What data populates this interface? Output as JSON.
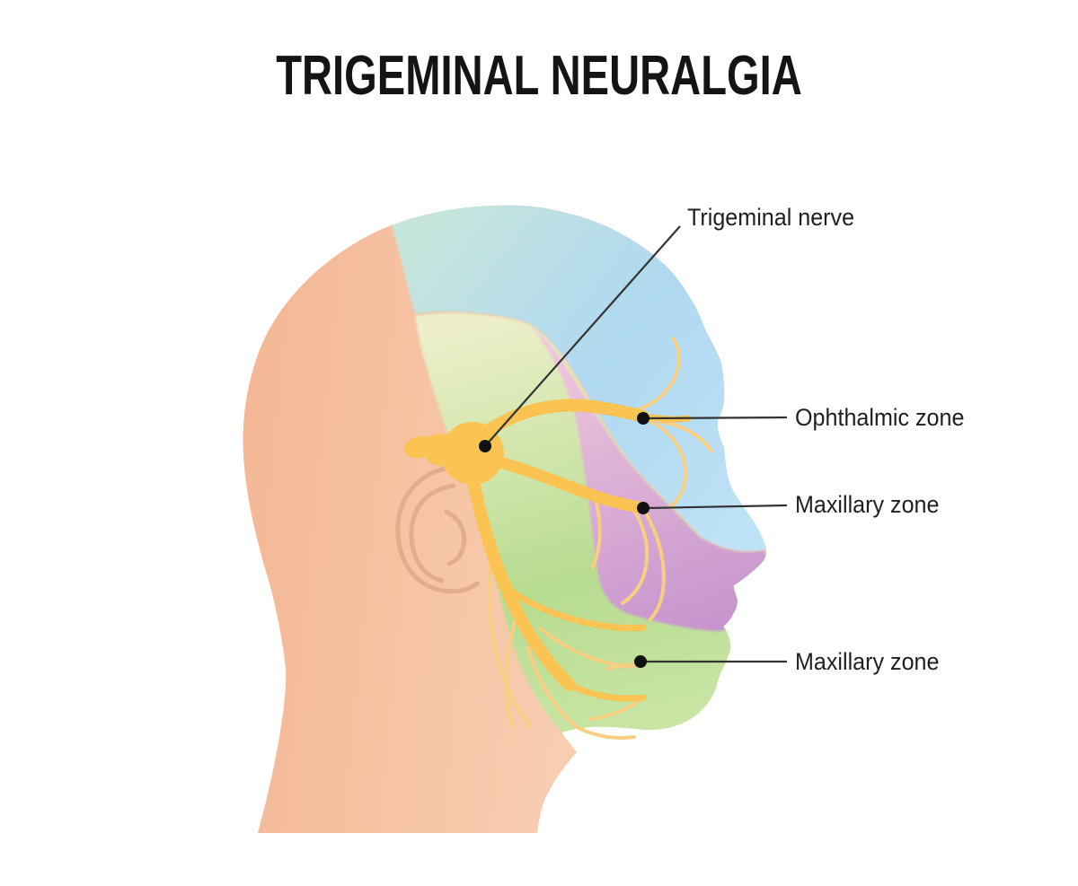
{
  "title": "TRIGEMINAL NEURALGIA",
  "callouts": [
    {
      "id": "trigeminal-nerve",
      "text": "Trigeminal nerve"
    },
    {
      "id": "ophthalmic-zone",
      "text": "Ophthalmic zone"
    },
    {
      "id": "maxillary-zone",
      "text": "Maxillary zone"
    },
    {
      "id": "mandibular-zone-label",
      "text": "Maxillary zone"
    }
  ],
  "zones": [
    {
      "name": "ophthalmic",
      "label": "Ophthalmic zone",
      "color_top": "#C9E7D9",
      "color_main": "#AFD8F1"
    },
    {
      "name": "maxillary",
      "label": "Maxillary zone",
      "color_top": "#F2CADD",
      "color_main": "#C794CE"
    },
    {
      "name": "mandibular",
      "label": "Maxillary zone",
      "color_top": "#ECEFC9",
      "color_main": "#B7DC90"
    }
  ],
  "colors": {
    "background": "#FFFFFF",
    "title": "#141414",
    "text": "#1F1F1F",
    "callout_line": "#333333",
    "dot": "#111111",
    "skin_left": "#F4B896",
    "skin_right": "#FAD9C0",
    "ear_line": "#E3AC8F",
    "ophthalmic_mint": "#C9E7D9",
    "ophthalmic_blue": "#AFD8F1",
    "maxillary_light": "#F2CADD",
    "maxillary_deep": "#C794CE",
    "mandibular_pale": "#ECEFC9",
    "mandibular_green": "#B7DC90",
    "nerve": "#FBC351",
    "nerve_light": "#F8CE82"
  }
}
